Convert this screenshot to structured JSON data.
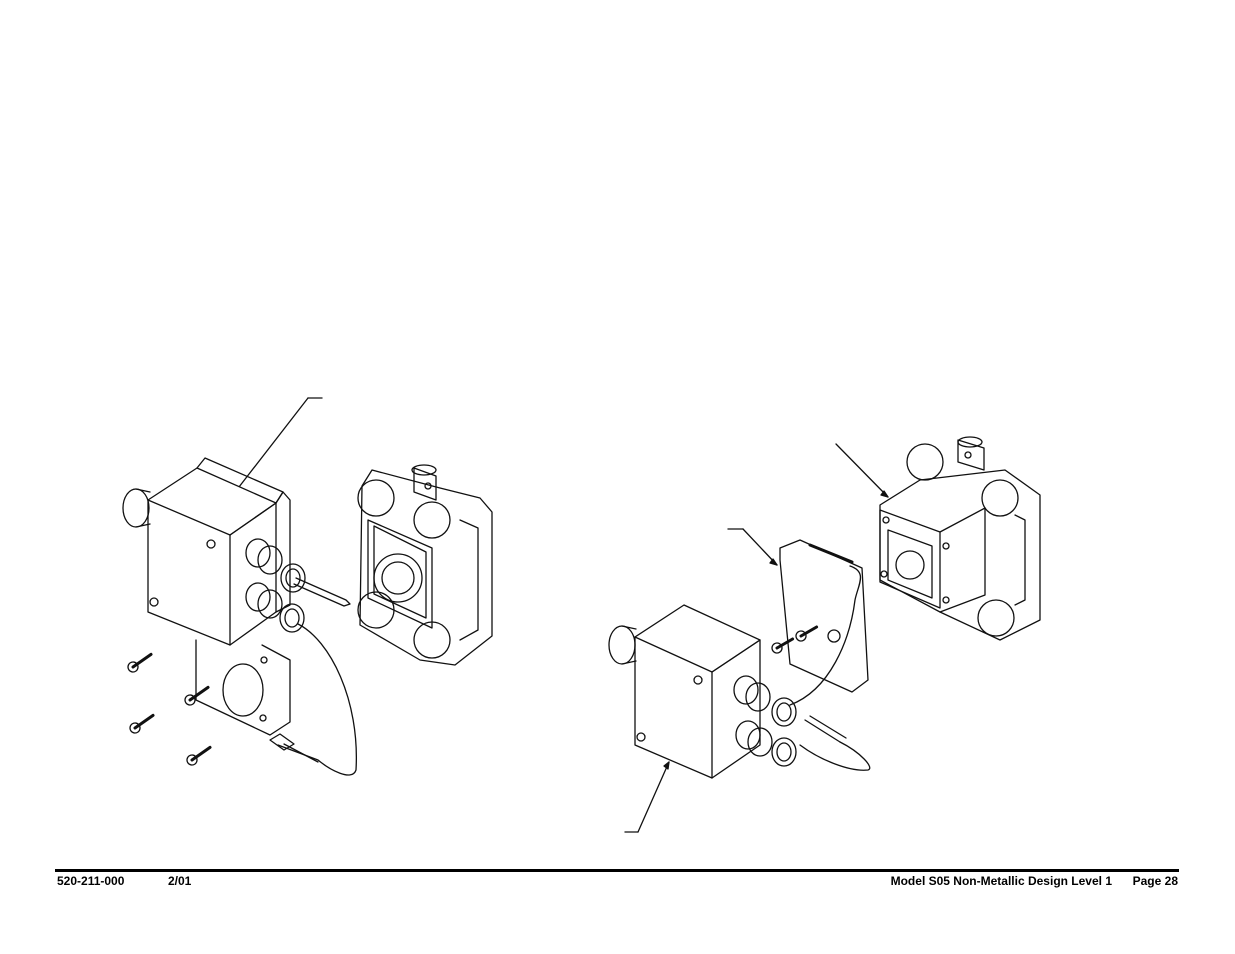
{
  "footer": {
    "doc_number": "520-211-000",
    "date": "2/01",
    "model_title": "Model S05 Non-Metallic Design Level 1",
    "page_label": "Page 28"
  },
  "figure": {
    "left_assembly": "exploded-view-left",
    "right_assembly": "exploded-view-right"
  }
}
